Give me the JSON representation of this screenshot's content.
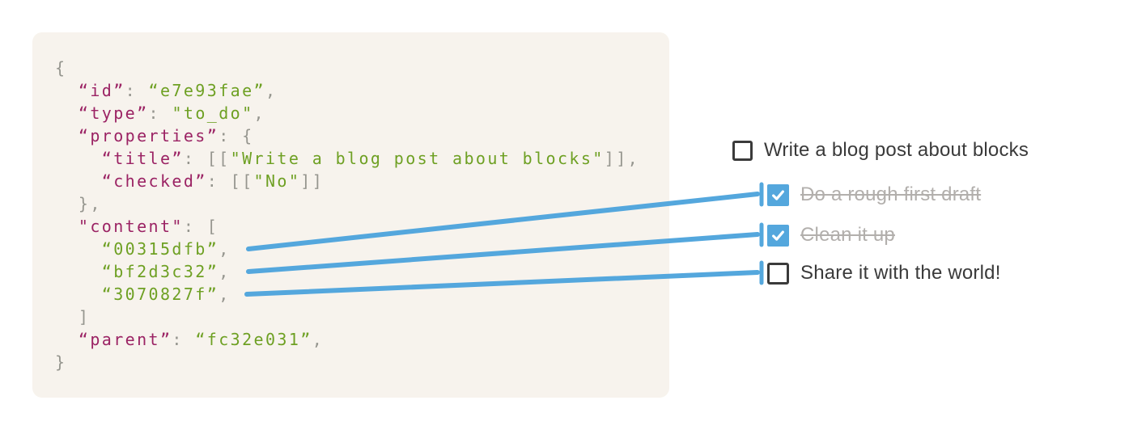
{
  "colors": {
    "code_bg": "#f7f3ed",
    "key": "#9b2364",
    "string": "#6ea023",
    "punct": "#96968f",
    "accent_blue": "#54a7dd",
    "text_dark": "#3a3a3a",
    "text_muted": "#b2afac"
  },
  "code_block": {
    "language": "json",
    "lines": [
      [
        [
          "punct",
          "{"
        ]
      ],
      [
        [
          "punct",
          "  "
        ],
        [
          "key",
          "“id”"
        ],
        [
          "punct",
          ": "
        ],
        [
          "string",
          "“e7e93fae”"
        ],
        [
          "punct",
          ","
        ]
      ],
      [
        [
          "punct",
          "  "
        ],
        [
          "key",
          "“type”"
        ],
        [
          "punct",
          ": "
        ],
        [
          "string",
          "\"to_do\""
        ],
        [
          "punct",
          ","
        ]
      ],
      [
        [
          "punct",
          "  "
        ],
        [
          "key",
          "“properties”"
        ],
        [
          "punct",
          ": {"
        ]
      ],
      [
        [
          "punct",
          "    "
        ],
        [
          "key",
          "“title”"
        ],
        [
          "punct",
          ": [["
        ],
        [
          "string",
          "\"Write a blog post about blocks\""
        ],
        [
          "punct",
          "]],"
        ]
      ],
      [
        [
          "punct",
          "    "
        ],
        [
          "key",
          "“checked”"
        ],
        [
          "punct",
          ": [["
        ],
        [
          "string",
          "\"No\""
        ],
        [
          "punct",
          "]]"
        ]
      ],
      [
        [
          "punct",
          "  },"
        ]
      ],
      [
        [
          "punct",
          "  "
        ],
        [
          "key",
          "\"content\""
        ],
        [
          "punct",
          ": ["
        ]
      ],
      [
        [
          "punct",
          "    "
        ],
        [
          "string",
          "“00315dfb”"
        ],
        [
          "punct",
          ","
        ]
      ],
      [
        [
          "punct",
          "    "
        ],
        [
          "string",
          "“bf2d3c32”"
        ],
        [
          "punct",
          ","
        ]
      ],
      [
        [
          "punct",
          "    "
        ],
        [
          "string",
          "“3070827f”"
        ],
        [
          "punct",
          ","
        ]
      ],
      [
        [
          "punct",
          "  ]"
        ]
      ],
      [
        [
          "punct",
          "  "
        ],
        [
          "key",
          "“parent”"
        ],
        [
          "punct",
          ": "
        ],
        [
          "string",
          "“fc32e031”"
        ],
        [
          "punct",
          ","
        ]
      ],
      [
        [
          "punct",
          "}"
        ]
      ]
    ]
  },
  "todos": {
    "items": [
      {
        "label": "Write a blog post about blocks",
        "checked": false,
        "completed": false
      },
      {
        "label": "Do a rough first draft",
        "checked": true,
        "completed": true
      },
      {
        "label": "Clean it up",
        "checked": true,
        "completed": true
      },
      {
        "label": "Share it with the world!",
        "checked": false,
        "completed": false
      }
    ]
  },
  "connectors": [
    {
      "from_block_id": "00315dfb",
      "to_item": "Do a rough first draft"
    },
    {
      "from_block_id": "bf2d3c32",
      "to_item": "Clean it up"
    },
    {
      "from_block_id": "3070827f",
      "to_item": "Share it with the world!"
    }
  ]
}
